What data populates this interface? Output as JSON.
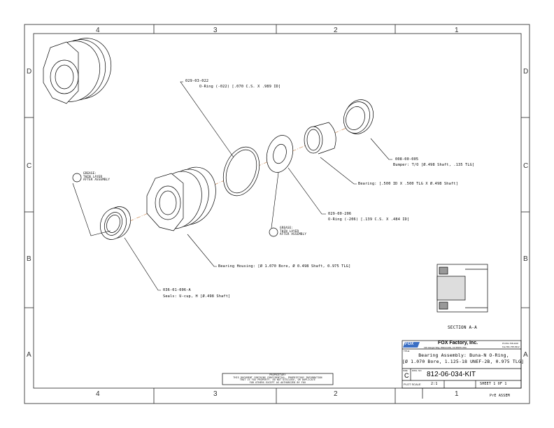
{
  "zones": {
    "columns": [
      "4",
      "3",
      "2",
      "1"
    ],
    "rows": [
      "D",
      "C",
      "B",
      "A"
    ]
  },
  "callouts": {
    "oring_022": {
      "part": "029-03-022",
      "desc": "O-Ring (-022) [.070 C.S. X .989 ID]"
    },
    "bumper": {
      "part": "008-00-005",
      "desc": "Bumper: T/O [Ø.498 Shaft, .135 TLG]"
    },
    "bearing": {
      "desc": "Bearing: [.500 ID X .500 TLG X Ø.498 Shaft]"
    },
    "oring_206": {
      "part": "029-00-206",
      "desc": "O-Ring (-206) [.139 C.S. X .484 ID]"
    },
    "housing": {
      "desc": "Bearing Housing: [Ø 1.070 Bore, Ø 0.498 Shaft, 0.975 TLG]"
    },
    "seal": {
      "part": "036-01-006-A",
      "desc": "Seals: U-cup, H [Ø.498 Shaft]"
    }
  },
  "grease_note": {
    "line1": "GREASE:",
    "line2": "THIN LAYER",
    "line3": "AFTER ASSEMBLY"
  },
  "section_label": "SECTION  A-A",
  "proprietary": {
    "title": "PROPRIETARY",
    "line1": "THIS DOCUMENT CONTAINS CONFIDENTIAL, PROPRIETARY INFORMATION",
    "line2": "THAT IS FOX PROPERTY.  DO NOT DISCLOSE, OR DUPLICATE",
    "line3": "FOR OTHERS EXCEPT AS AUTHORIZED BY FOX"
  },
  "title_block": {
    "logo": "FOX",
    "company": "FOX Factory, Inc.",
    "address": "130 Hangar Way, Watsonville, CA 95076 USA",
    "phone": "Ph 831-768-1100",
    "fax": "Fax 831-768-9312",
    "title_label": "TITLE:",
    "title_line1": "Bearing Assembly: Buna-N O-Ring,",
    "title_line2": "[Ø 1.070 Bore, 1.125-18 UNEF-2B, 0.975 TLG]",
    "size_label": "SIZE",
    "size": "C",
    "dwg_label": "DWG. NO.",
    "dwg_no": "812-06-034-KIT",
    "scale_label": "PLOT SCALE",
    "scale": "2:1",
    "sheet": "SHEET 1 OF 1",
    "status": "PrE ASSEM"
  },
  "colors": {
    "line": "#000000",
    "centerline": "#c87a3a",
    "logo": "#3b6fc4"
  }
}
